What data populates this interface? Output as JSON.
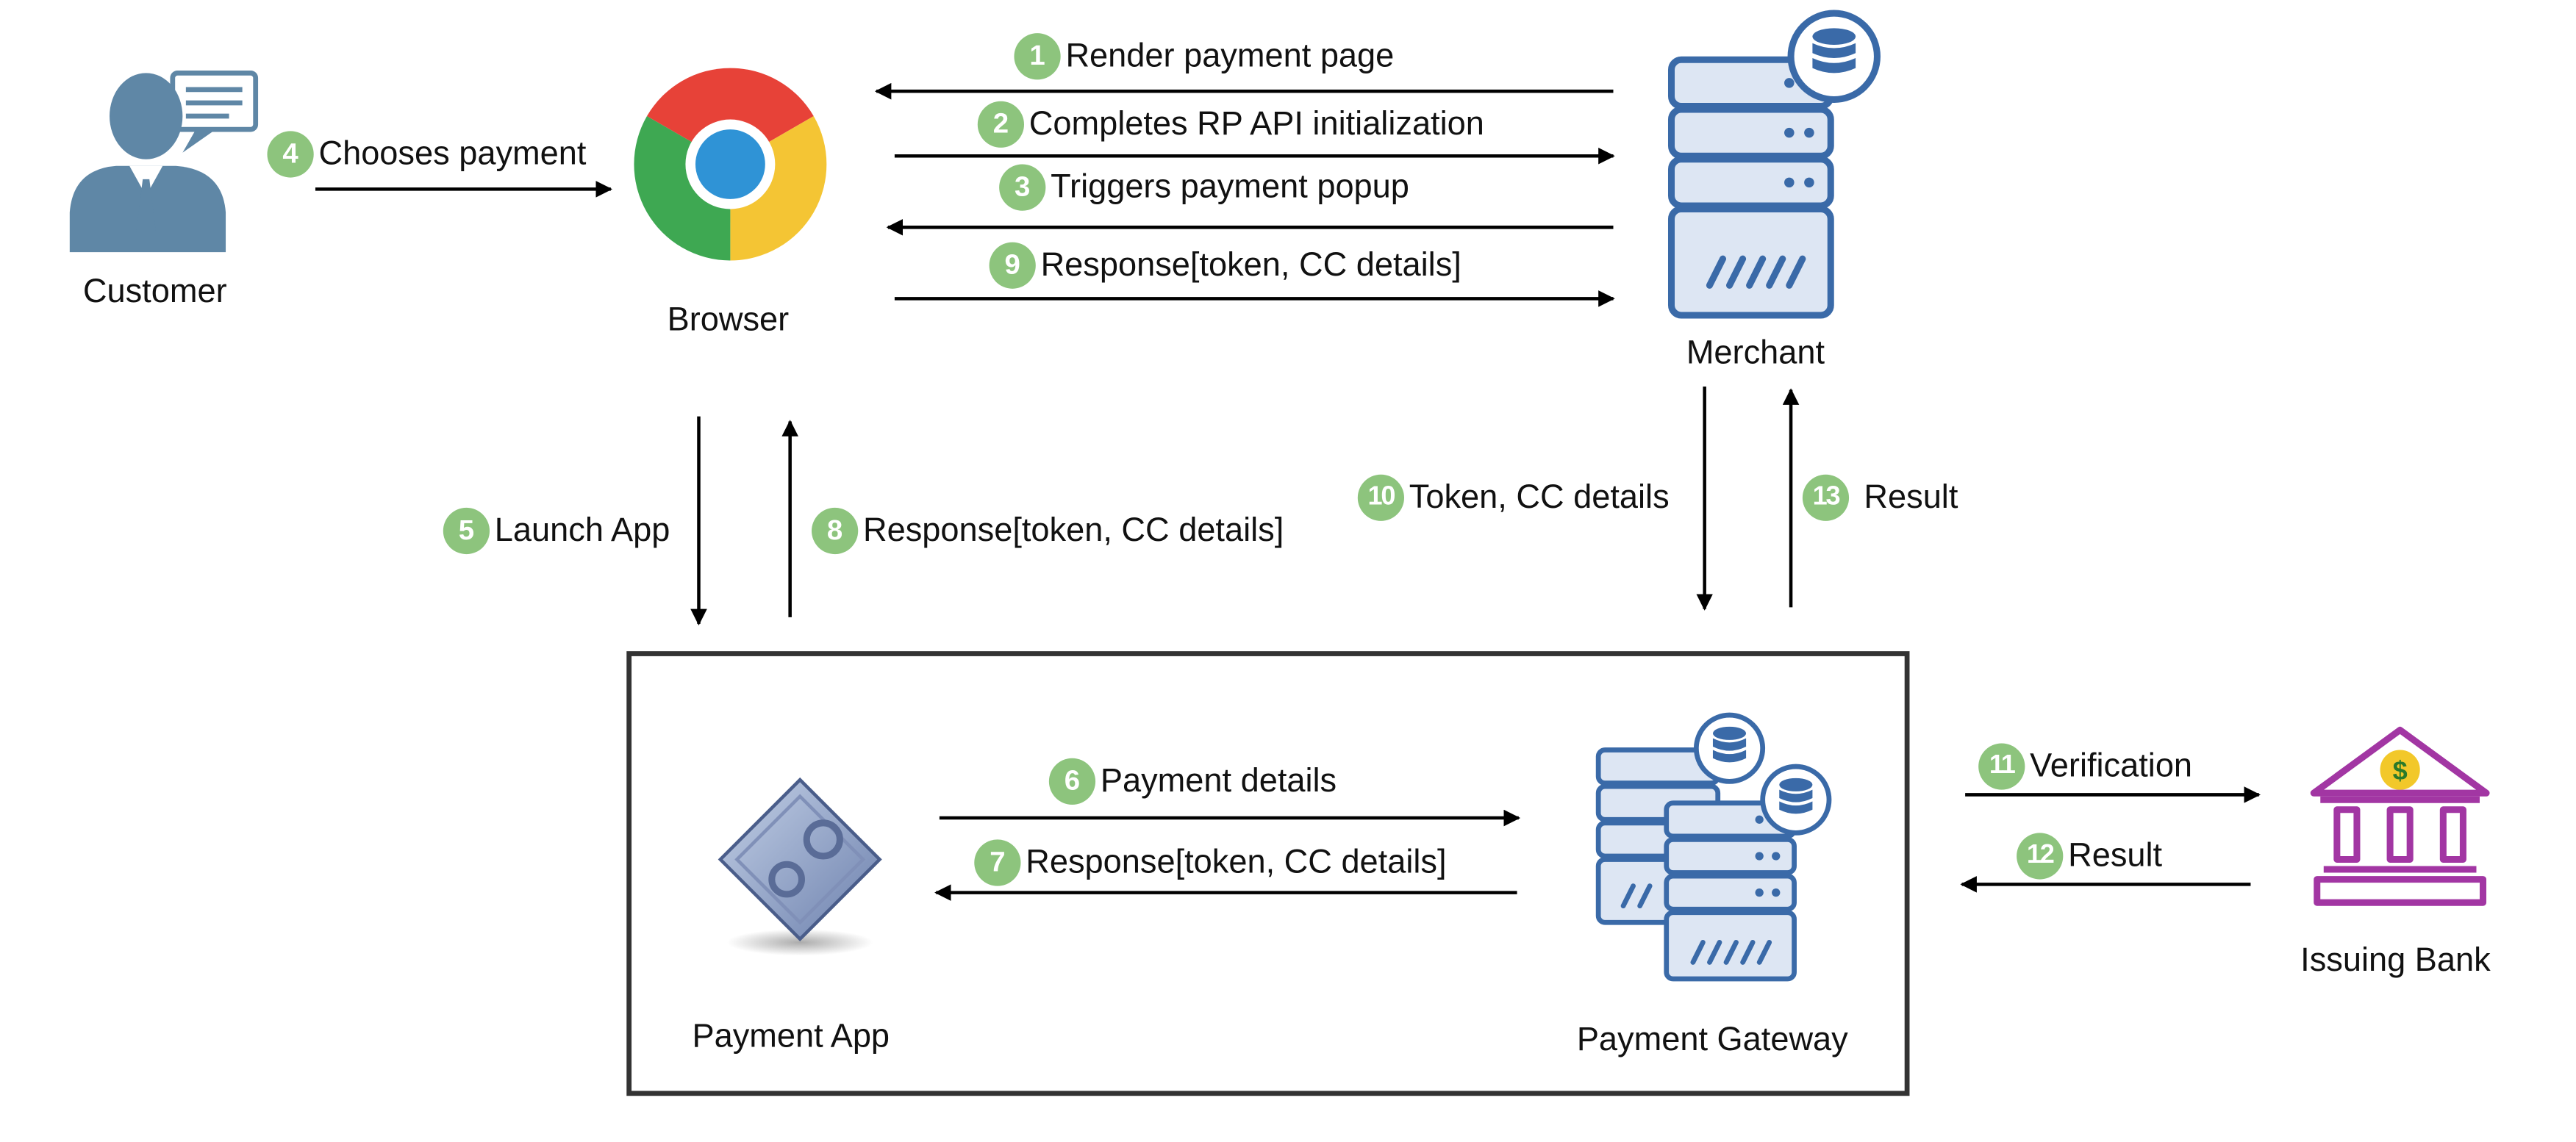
{
  "nodes": {
    "customer": "Customer",
    "browser": "Browser",
    "merchant": "Merchant",
    "payment_app": "Payment App",
    "payment_gateway": "Payment Gateway",
    "issuing_bank": "Issuing Bank"
  },
  "steps": [
    {
      "num": "1",
      "text": "Render payment page"
    },
    {
      "num": "2",
      "text": "Completes RP API initialization"
    },
    {
      "num": "3",
      "text": "Triggers payment popup"
    },
    {
      "num": "4",
      "text": "Chooses payment"
    },
    {
      "num": "5",
      "text": "Launch App"
    },
    {
      "num": "6",
      "text": "Payment details"
    },
    {
      "num": "7",
      "text": "Response[token, CC details]"
    },
    {
      "num": "8",
      "text": "Response[token, CC details]"
    },
    {
      "num": "9",
      "text": "Response[token, CC details]"
    },
    {
      "num": "10",
      "text": "Token, CC details"
    },
    {
      "num": "11",
      "text": "Verification"
    },
    {
      "num": "12",
      "text": "Result"
    },
    {
      "num": "13",
      "text": "Result"
    }
  ],
  "colors": {
    "badge": "#8dc47d",
    "server_stroke": "#3a6aa8",
    "server_fill": "#dde6f3",
    "customer": "#5f87a6",
    "bank": "#a236a3",
    "coin": "#f2c82a"
  },
  "icons": [
    "user-chat-icon",
    "chrome-browser-icon",
    "server-database-icon",
    "app-diamond-icon",
    "server-cluster-icon",
    "bank-icon"
  ]
}
